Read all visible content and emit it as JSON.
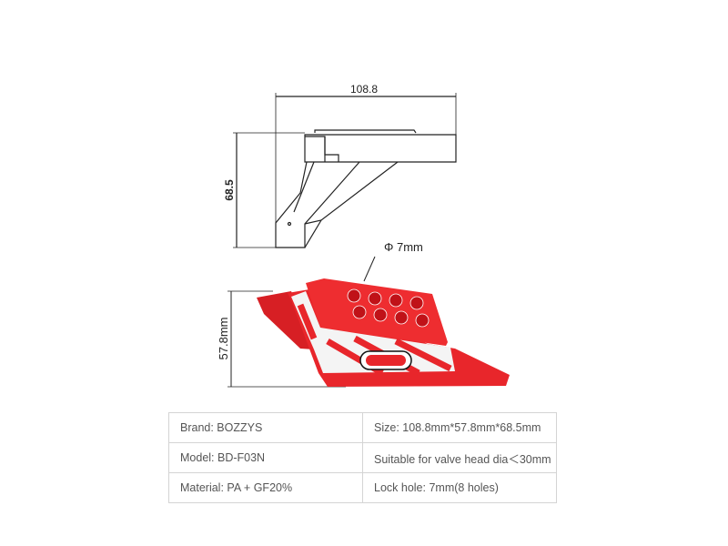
{
  "drawing": {
    "width_label": "108.8",
    "height_label": "68.5",
    "hole_label": "Φ 7mm",
    "product_height_label": "57.8mm"
  },
  "colors": {
    "product_red": "#e8262b",
    "line": "#222222"
  },
  "specs": [
    {
      "left": "Brand: BOZZYS",
      "right": "Size: 108.8mm*57.8mm*68.5mm"
    },
    {
      "left": "Model: BD-F03N",
      "right": "Suitable for valve head dia＜30mm"
    },
    {
      "left": "Material: PA + GF20%",
      "right": "Lock hole: 7mm(8 holes)"
    }
  ]
}
